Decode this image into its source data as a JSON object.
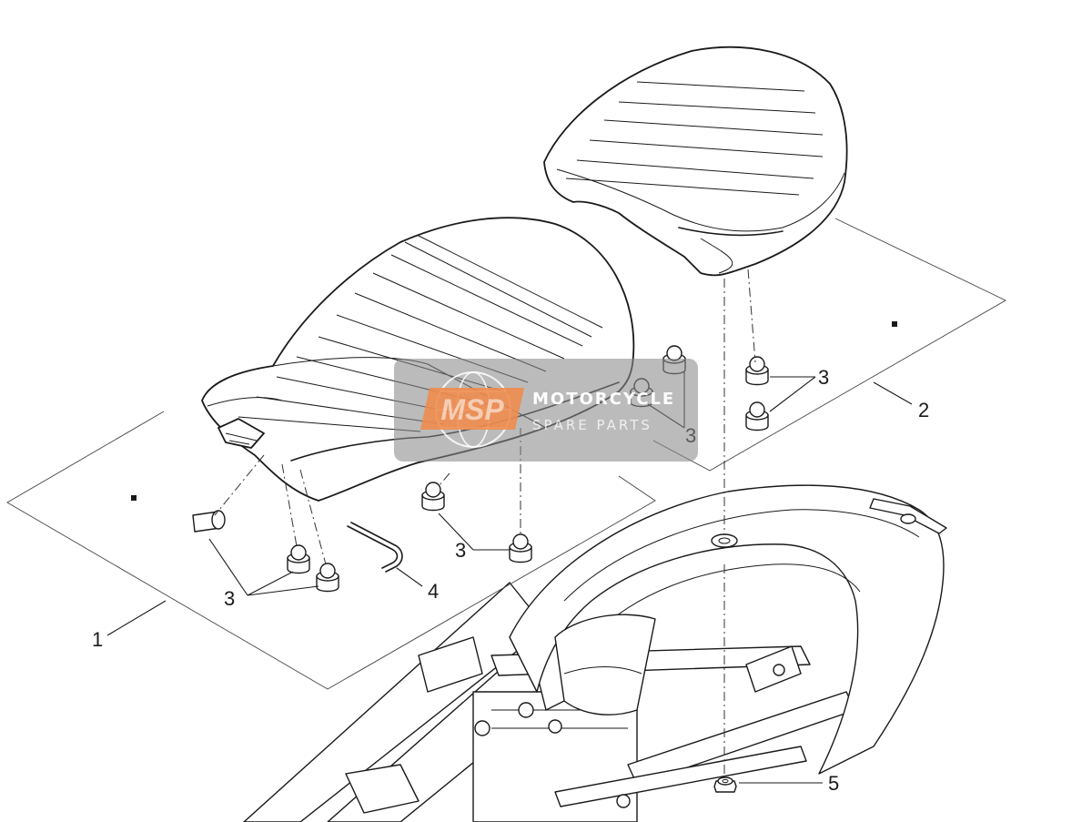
{
  "callouts": {
    "c1": "1",
    "c2": "2",
    "c3a": "3",
    "c3b": "3",
    "c3c": "3",
    "c3d": "3",
    "c4": "4",
    "c5": "5"
  },
  "watermark": {
    "logo_text": "MSP",
    "line1": "MOTORCYCLE",
    "line2": "SPARE PARTS"
  },
  "colors": {
    "line": "#1a1a1a",
    "watermark_bg": "#8a8a8a",
    "watermark_logo": "#f08a4b"
  }
}
